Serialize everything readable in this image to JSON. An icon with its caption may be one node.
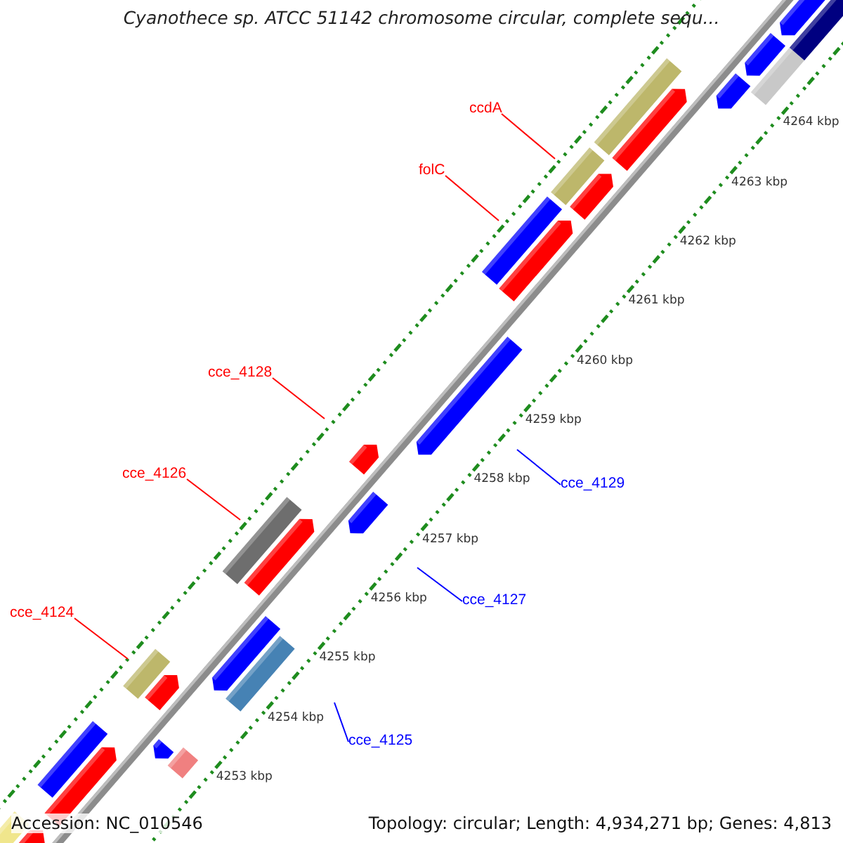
{
  "diagram": {
    "title": "Cyanothece sp. ATCC 51142 chromosome circular, complete sequ...",
    "nodes": [
      {
        "text": [
          "ccdA"
        ]
      },
      {
        "text": [
          "folC"
        ]
      },
      {
        "text": [
          "cce_4128"
        ]
      },
      {
        "text": [
          "cce_4126"
        ]
      },
      {
        "text": [
          "cce_4124"
        ]
      },
      {
        "text": [
          "cce_4129"
        ]
      },
      {
        "text": [
          "cce_4127"
        ]
      },
      {
        "text": [
          "cce_4125"
        ]
      }
    ],
    "edges": [
      {
        "from": 0,
        "to": null,
        "arrow": "none"
      },
      {
        "from": 1,
        "to": null,
        "arrow": "none"
      },
      {
        "from": 2,
        "to": null,
        "arrow": "none"
      },
      {
        "from": 3,
        "to": null,
        "arrow": "none"
      },
      {
        "from": 4,
        "to": null,
        "arrow": "none"
      },
      {
        "from": 5,
        "to": null,
        "arrow": "none",
        "color": "#0000ff"
      },
      {
        "from": 6,
        "to": null,
        "arrow": "none",
        "color": "#0000ff"
      },
      {
        "from": 7,
        "to": null,
        "arrow": "none",
        "color": "#0000ff"
      }
    ],
    "labels": [
      "4264 kbp",
      "4263 kbp",
      "4262 kbp",
      "4261 kbp",
      "4260 kbp",
      "4259 kbp",
      "4258 kbp",
      "4257 kbp",
      "4256 kbp",
      "4255 kbp",
      "4254 kbp",
      "4253 kbp",
      "Accession: NC_010546",
      "Topology: circular; Length: 4,934,271 bp; Genes: 4,813"
    ]
  }
}
